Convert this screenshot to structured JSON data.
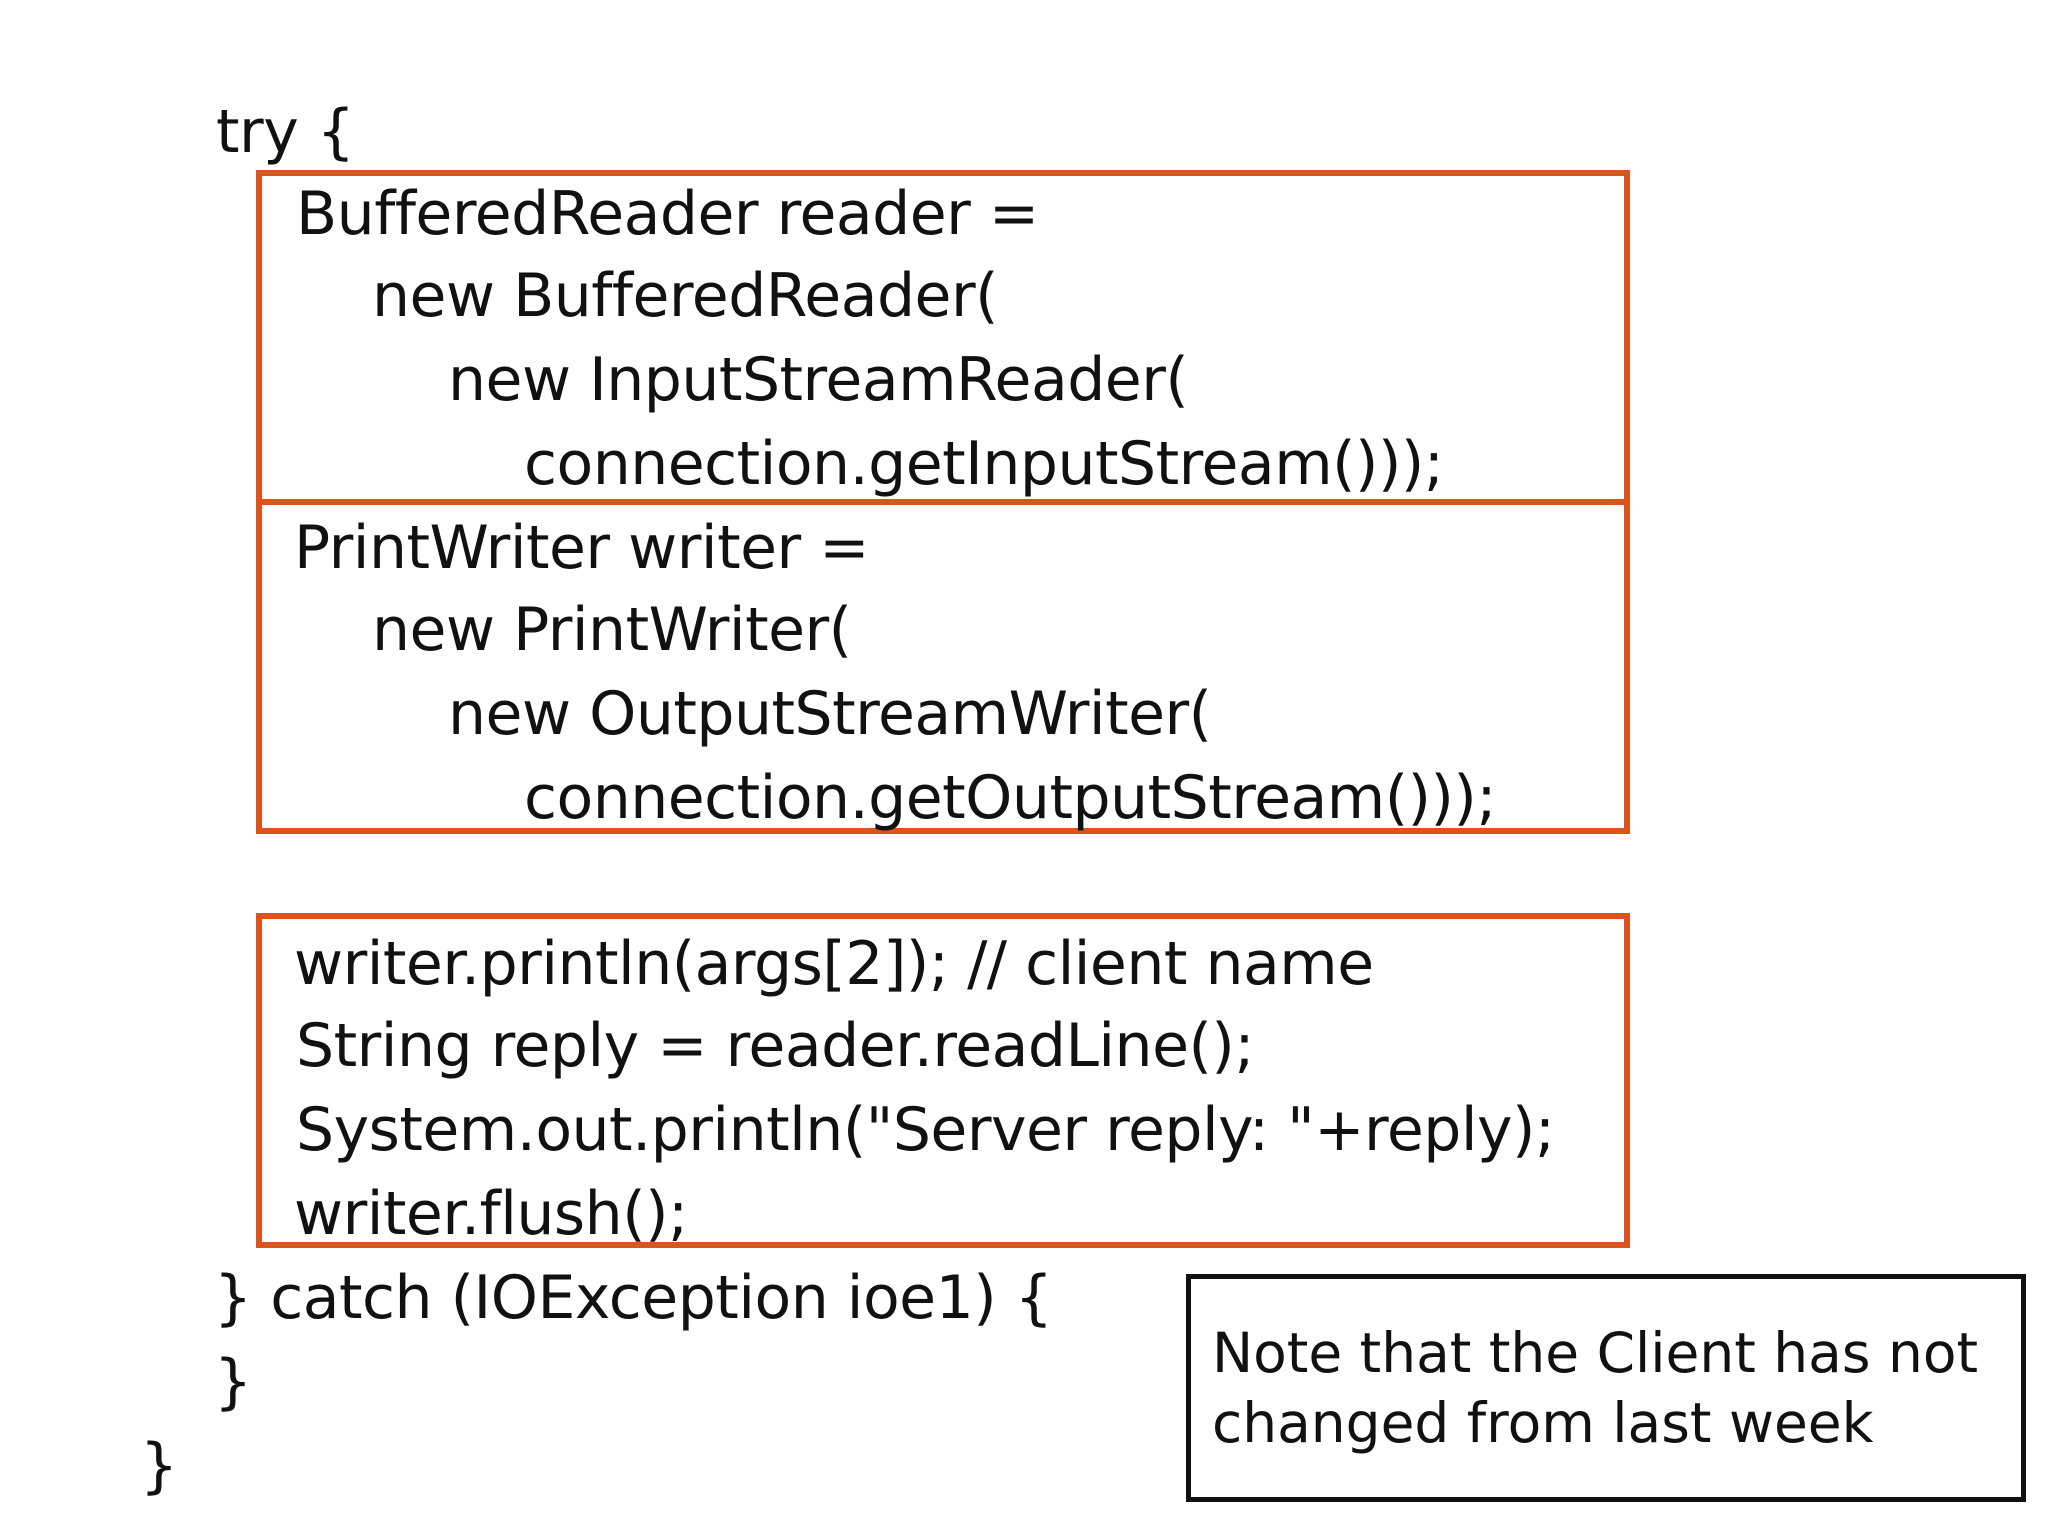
{
  "code": {
    "try_open": "try {",
    "reader_block": [
      "BufferedReader reader =",
      "new BufferedReader(",
      "new InputStreamReader(",
      "connection.getInputStream()));"
    ],
    "writer_block": [
      "PrintWriter writer =",
      "new PrintWriter(",
      "new OutputStreamWriter(",
      "connection.getOutputStream()));"
    ],
    "io_block": [
      "writer.println(args[2]); // client name",
      "String reply = reader.readLine();",
      "System.out.println(\"Server reply: \"+reply);",
      "writer.flush();"
    ],
    "catch_line": "} catch (IOException ioe1) {",
    "catch_close": "}",
    "method_close": "}"
  },
  "note": {
    "line1": "Note that the Client has not",
    "line2": "changed from last week"
  },
  "colors": {
    "highlight_border": "#e0521c",
    "text": "#111111",
    "background": "#ffffff"
  }
}
